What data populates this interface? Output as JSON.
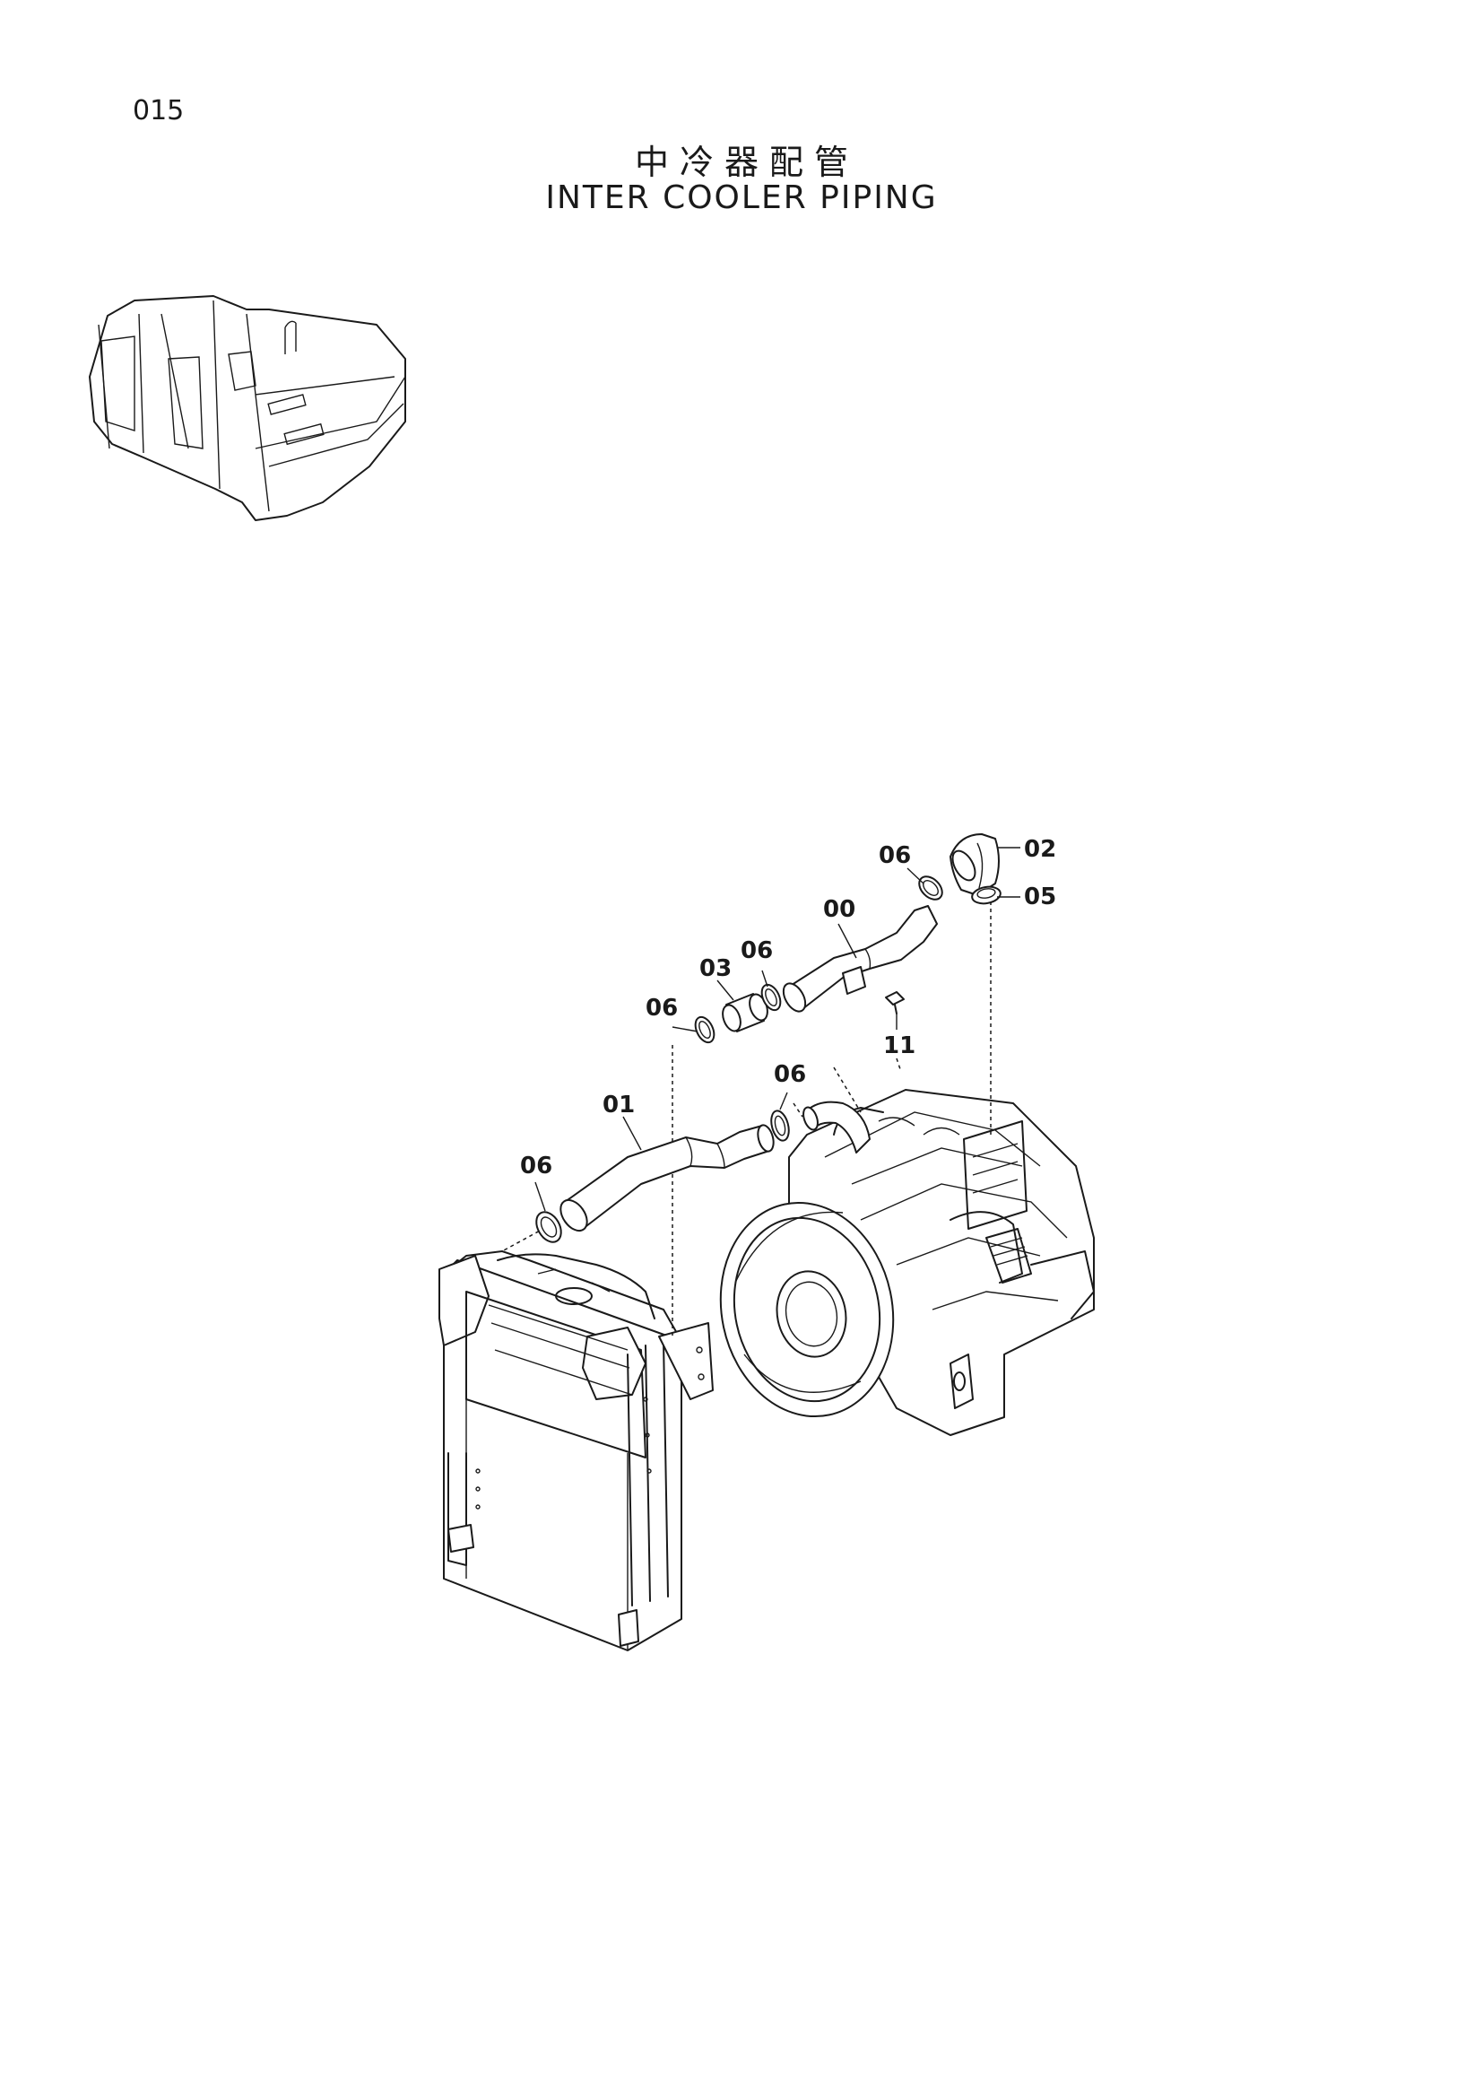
{
  "page_number": "015",
  "title_cn": "中冷器配管",
  "title_en": "INTER COOLER PIPING",
  "callouts": [
    {
      "id": "c-02",
      "label": "02"
    },
    {
      "id": "c-06a",
      "label": "06"
    },
    {
      "id": "c-05",
      "label": "05"
    },
    {
      "id": "c-00",
      "label": "00"
    },
    {
      "id": "c-06b",
      "label": "06"
    },
    {
      "id": "c-03",
      "label": "03"
    },
    {
      "id": "c-06c",
      "label": "06"
    },
    {
      "id": "c-11",
      "label": "11"
    },
    {
      "id": "c-06d",
      "label": "06"
    },
    {
      "id": "c-01",
      "label": "01"
    },
    {
      "id": "c-06e",
      "label": "06"
    }
  ]
}
